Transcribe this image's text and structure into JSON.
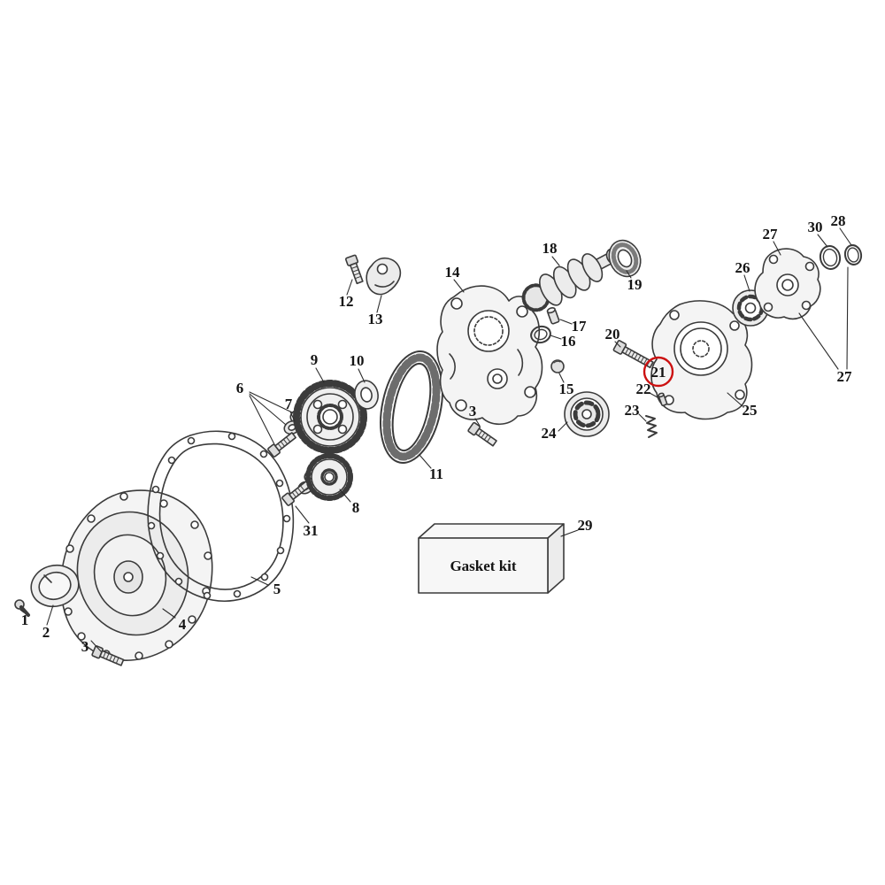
{
  "diagram": {
    "type": "exploded-parts-diagram",
    "box_label": "Gasket kit",
    "highlight": {
      "circled_number": "21",
      "color": "#cc1111"
    },
    "callouts": {
      "n1": "1",
      "n2": "2",
      "n3_cover": "3",
      "n3_plate": "3",
      "n4": "4",
      "n5": "5",
      "n6": "6",
      "n7": "7",
      "n8": "8",
      "n9": "9",
      "n10": "10",
      "n11": "11",
      "n12": "12",
      "n13": "13",
      "n14": "14",
      "n15": "15",
      "n16": "16",
      "n17": "17",
      "n18": "18",
      "n19": "19",
      "n20": "20",
      "n21": "21",
      "n22": "22",
      "n23": "23",
      "n24": "24",
      "n25": "25",
      "n26": "26",
      "n27_top": "27",
      "n27_bottom": "27",
      "n28": "28",
      "n29": "29",
      "n30": "30",
      "n31": "31"
    }
  }
}
